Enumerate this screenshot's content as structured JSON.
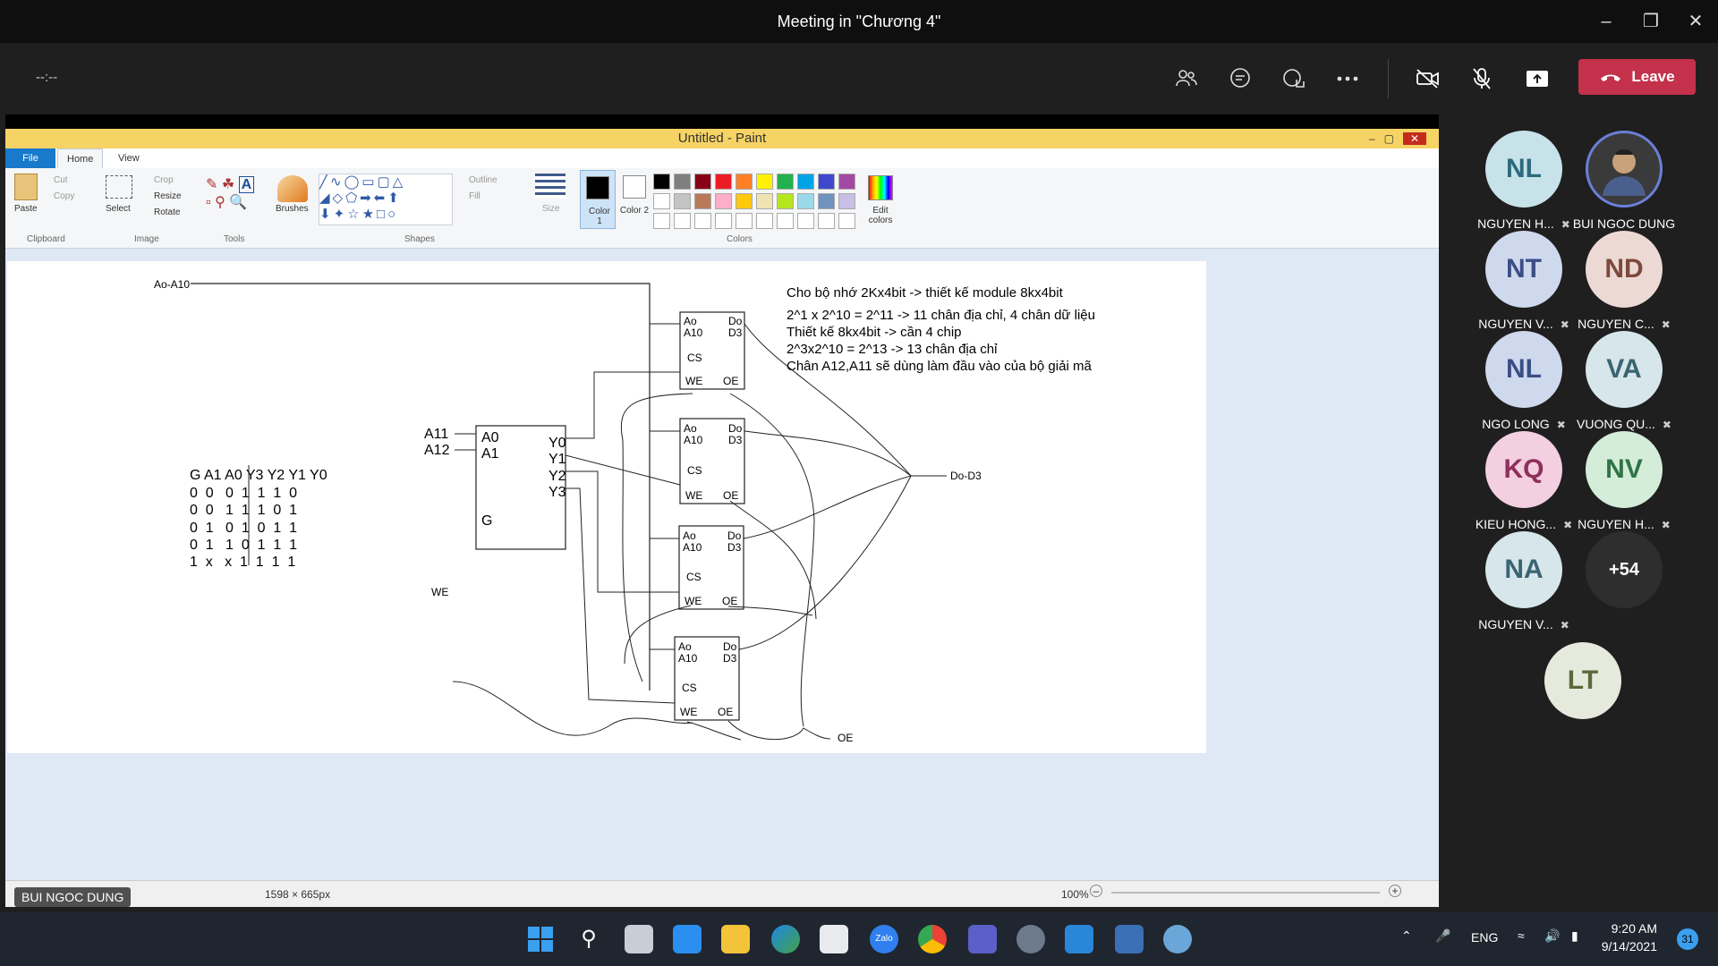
{
  "window": {
    "title": "Meeting in \"Chương 4\""
  },
  "toolbar": {
    "timer": "--:--",
    "leave_label": "Leave"
  },
  "paint": {
    "title": "Untitled - Paint",
    "tabs": [
      "File",
      "Home",
      "View"
    ],
    "clipboard": {
      "paste": "Paste",
      "cut": "Cut",
      "copy": "Copy",
      "group": "Clipboard"
    },
    "image": {
      "select": "Select",
      "crop": "Crop",
      "resize": "Resize",
      "rotate": "Rotate",
      "group": "Image"
    },
    "tools": {
      "group": "Tools"
    },
    "brushes": {
      "label": "Brushes"
    },
    "shapes": {
      "outline": "Outline",
      "fill": "Fill",
      "group": "Shapes"
    },
    "size": {
      "label": "Size"
    },
    "color1": {
      "label": "Color 1"
    },
    "color2": {
      "label": "Color 2"
    },
    "colors_group": "Colors",
    "edit_colors": "Edit colors",
    "palette": [
      "#000000",
      "#7f7f7f",
      "#880015",
      "#ed1c24",
      "#ff7f27",
      "#fff200",
      "#22b14c",
      "#00a2e8",
      "#3f48cc",
      "#a349a4",
      "#ffffff",
      "#c3c3c3",
      "#b97a57",
      "#ffaec9",
      "#ffc90e",
      "#efe4b0",
      "#b5e61d",
      "#99d9ea",
      "#7092be",
      "#c8bfe7"
    ],
    "status": {
      "dimensions": "1598 × 665px",
      "zoom": "100%"
    }
  },
  "canvas": {
    "bus_label": "Ao-A10",
    "notes": [
      "Cho bộ nhớ 2Kx4bit -> thiết kế module 8kx4bit",
      "2^1 x 2^10 = 2^11 -> 11 chân địa chỉ, 4 chân dữ liệu",
      "Thiết kế 8kx4bit -> cần 4 chip",
      "2^3x2^10 = 2^13 -> 13 chân địa chỉ",
      "Chân A12,A11 sẽ dùng làm đầu vào của bộ giải mã"
    ],
    "truth_table": {
      "header": "G A1 A0 Y3 Y2 Y1 Y0",
      "rows": [
        "0  0   0  1  1  1  0",
        "0  0   1  1  1  0  1",
        "0  1   0  1  0  1  1",
        "0  1   1  0  1  1  1",
        "1  x   x  1  1  1  1"
      ]
    },
    "decoder": {
      "in_a11": "A11",
      "in_a12": "A12",
      "a0": "A0",
      "a1": "A1",
      "g": "G",
      "outputs": [
        "Y0",
        "Y1",
        "Y2",
        "Y3"
      ]
    },
    "chip": {
      "ao": "Ao",
      "a10": "A10",
      "do": "Do",
      "d3": "D3",
      "cs": "CS",
      "we": "WE",
      "oe": "OE"
    },
    "we_label": "WE",
    "oe_label": "OE",
    "data_label": "Do-D3"
  },
  "presenter_tag": "BUI NGOC DUNG",
  "participants": [
    {
      "initials": "NL",
      "name": "NGUYEN H...",
      "bg": "#c8e2ea",
      "fg": "#2b6a7c",
      "muted": true
    },
    {
      "initials": "",
      "name": "BUI NGOC DUNG",
      "bg": "#6b7fd7",
      "fg": "#fff",
      "muted": false
    },
    {
      "initials": "NT",
      "name": "NGUYEN V...",
      "bg": "#cfd9ee",
      "fg": "#3b4e86",
      "muted": true
    },
    {
      "initials": "ND",
      "name": "NGUYEN C...",
      "bg": "#ecd9d4",
      "fg": "#7c4a3c",
      "muted": true
    },
    {
      "initials": "NL",
      "name": "NGO LONG",
      "bg": "#cfd9ee",
      "fg": "#3b4e86",
      "muted": true
    },
    {
      "initials": "VA",
      "name": "VUONG QU...",
      "bg": "#d6e6ea",
      "fg": "#3a6472",
      "muted": true
    },
    {
      "initials": "KQ",
      "name": "KIEU HONG...",
      "bg": "#f3cfe0",
      "fg": "#8e2f5c",
      "muted": true
    },
    {
      "initials": "NV",
      "name": "NGUYEN H...",
      "bg": "#d4edd9",
      "fg": "#2f7445",
      "muted": true
    },
    {
      "initials": "NA",
      "name": "NGUYEN V...",
      "bg": "#d6e6ea",
      "fg": "#3a6472",
      "muted": true
    },
    {
      "initials": "+54",
      "name": "",
      "bg": "#2e2e2e",
      "fg": "#fff",
      "muted": false
    },
    {
      "initials": "LT",
      "name": "",
      "bg": "#e6eadc",
      "fg": "#5a6a3c",
      "muted": false
    }
  ],
  "taskbar": {
    "lang": "ENG",
    "time": "9:20 AM",
    "date": "9/14/2021",
    "badge": "31"
  }
}
